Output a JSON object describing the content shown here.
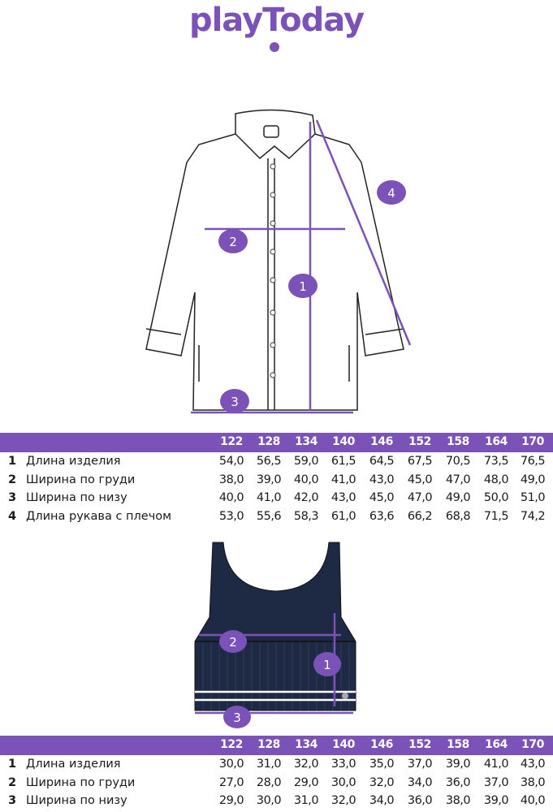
{
  "brand": {
    "logo_text": "playToday",
    "color": "#7a52b8"
  },
  "shirt_markers": [
    "1",
    "2",
    "3",
    "4"
  ],
  "tank_markers": [
    "1",
    "2",
    "3"
  ],
  "table1": {
    "sizes": [
      "122",
      "128",
      "134",
      "140",
      "146",
      "152",
      "158",
      "164",
      "170"
    ],
    "rows": [
      {
        "num": "1",
        "label": "Длина изделия",
        "values": [
          "54,0",
          "56,5",
          "59,0",
          "61,5",
          "64,5",
          "67,5",
          "70,5",
          "73,5",
          "76,5"
        ]
      },
      {
        "num": "2",
        "label": "Ширина по груди",
        "values": [
          "38,0",
          "39,0",
          "40,0",
          "41,0",
          "43,0",
          "45,0",
          "47,0",
          "48,0",
          "49,0"
        ]
      },
      {
        "num": "3",
        "label": "Ширина по низу",
        "values": [
          "40,0",
          "41,0",
          "42,0",
          "43,0",
          "45,0",
          "47,0",
          "49,0",
          "50,0",
          "51,0"
        ]
      },
      {
        "num": "4",
        "label": "Длина рукава с плечом",
        "values": [
          "53,0",
          "55,6",
          "58,3",
          "61,0",
          "63,6",
          "66,2",
          "68,8",
          "71,5",
          "74,2"
        ]
      }
    ]
  },
  "table2": {
    "sizes": [
      "122",
      "128",
      "134",
      "140",
      "146",
      "152",
      "158",
      "164",
      "170"
    ],
    "rows": [
      {
        "num": "1",
        "label": "Длина изделия",
        "values": [
          "30,0",
          "31,0",
          "32,0",
          "33,0",
          "35,0",
          "37,0",
          "39,0",
          "41,0",
          "43,0"
        ]
      },
      {
        "num": "2",
        "label": "Ширина по груди",
        "values": [
          "27,0",
          "28,0",
          "29,0",
          "30,0",
          "32,0",
          "34,0",
          "36,0",
          "37,0",
          "38,0"
        ]
      },
      {
        "num": "3",
        "label": "Ширина по низу",
        "values": [
          "29,0",
          "30,0",
          "31,0",
          "32,0",
          "34,0",
          "36,0",
          "38,0",
          "39,0",
          "40,0"
        ]
      }
    ]
  }
}
